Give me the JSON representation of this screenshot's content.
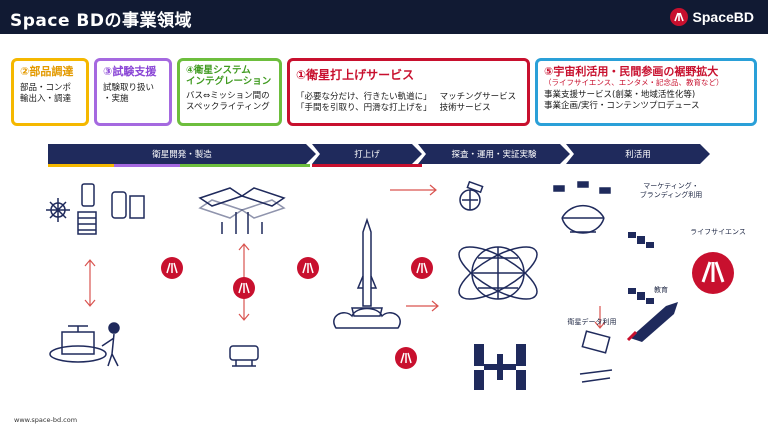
{
  "header": {
    "title": "Space BDの事業領域",
    "brand": "SpaceBD"
  },
  "services": [
    {
      "title": "②部品調達",
      "body": [
        "部品・コンポ",
        "輸出入・調達"
      ]
    },
    {
      "title": "③試験支援",
      "body": [
        "試験取り扱い",
        "・実施"
      ]
    },
    {
      "title_lines": [
        "④衛星システム",
        "インテグレーション"
      ],
      "body": [
        "バス⇔ミッション間の",
        "スペックライティング"
      ]
    },
    {
      "title": "①衛星打上げサービス",
      "body_left": [
        "「必要な分だけ、行きたい軌道に」",
        "「手間を引取り、円滑な打上げを」"
      ],
      "body_right": [
        "マッチングサービス",
        "技術サービス"
      ]
    },
    {
      "title": "⑤宇宙利活用・民間参画の裾野拡大",
      "subtitle": "（ライフサイエンス、エンタメ・記念品、教育など）",
      "body": [
        "事業支援サービス(創薬・地域活性化等)",
        "事業企画/実行・コンテンツプロデュース"
      ]
    }
  ],
  "phases": [
    "衛星開発・製造",
    "打上げ",
    "探査・運用・実証実験",
    "利活用"
  ],
  "phase_bar_colors": [
    "#f5b800",
    "#a569e0",
    "#6dbe3d",
    "#c8102e",
    "#2aa0d8"
  ],
  "uses": {
    "marketing": [
      "マーケティング・",
      "ブランディング利用"
    ],
    "lifescience": "ライフサイエンス",
    "education": "教育",
    "satdata": "衛星データ利用"
  },
  "footer": "www.space-bd.com",
  "colors": {
    "navy": "#111a33",
    "accent_red": "#c8102e",
    "arrow_red": "#d9534f"
  }
}
